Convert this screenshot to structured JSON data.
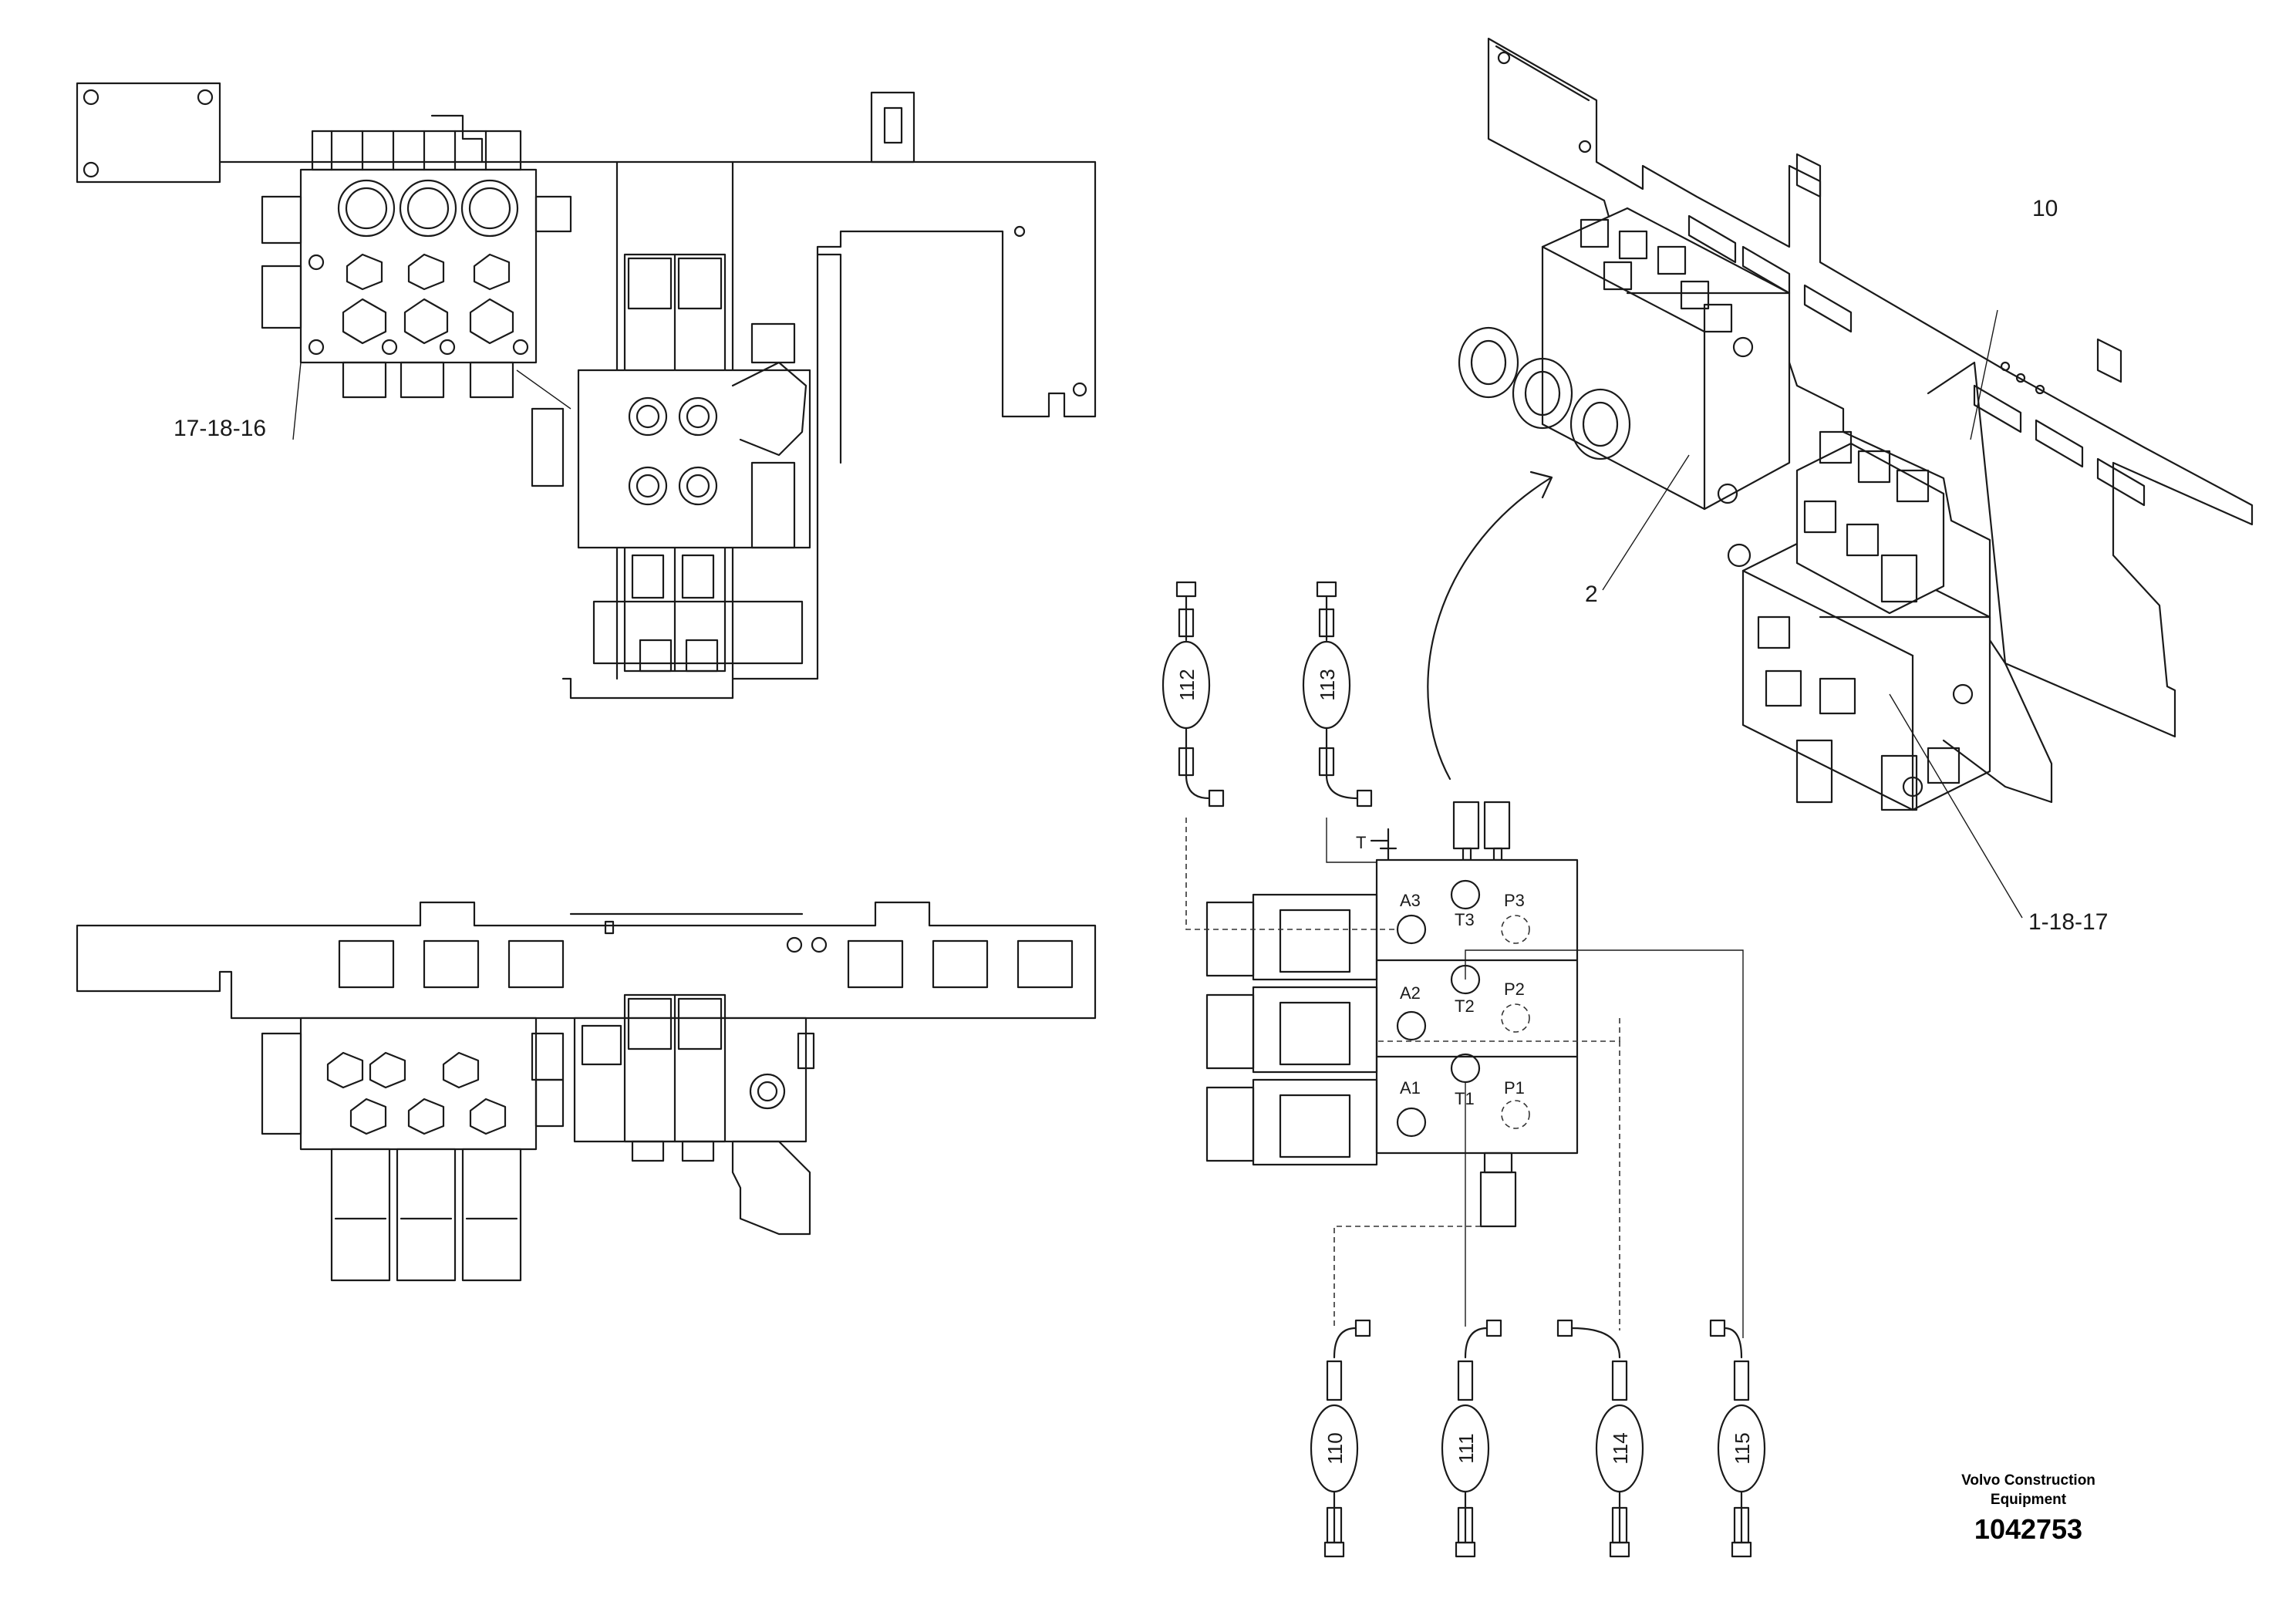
{
  "labels": {
    "top_view_callout": "17-18-16",
    "bracket_callout": "10",
    "valve_callout": "2",
    "valve_group_callout": "1-18-17"
  },
  "ports": {
    "a3": "A3",
    "t3": "T3",
    "p3": "P3",
    "a2": "A2",
    "t2": "T2",
    "p2": "P2",
    "a1": "A1",
    "t1": "T1",
    "p1": "P1",
    "t": "T"
  },
  "hoses": [
    {
      "id": "112"
    },
    {
      "id": "113"
    },
    {
      "id": "110"
    },
    {
      "id": "111"
    },
    {
      "id": "114"
    },
    {
      "id": "115"
    }
  ],
  "title_block": {
    "brand_line1": "Volvo Construction",
    "brand_line2": "Equipment",
    "doc_number": "1042753"
  }
}
